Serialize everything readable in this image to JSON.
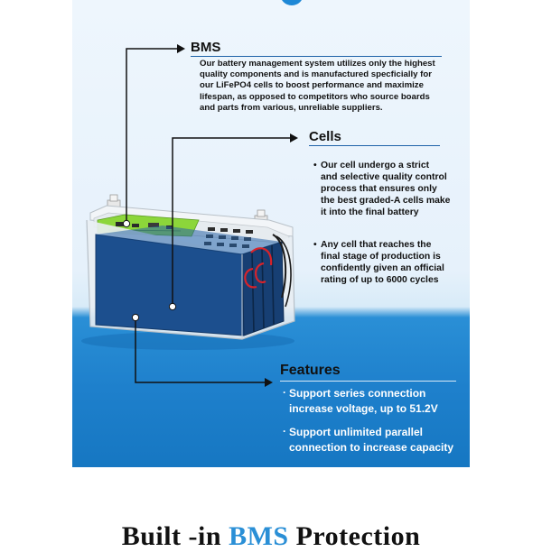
{
  "bms": {
    "title": "BMS",
    "lines": [
      "Our battery management system utilizes only the highest",
      "quality components and is manufactured specficially for",
      "our LiFePO4 cells to boost performance and maximize",
      "lifespan, as opposed to competitors who source boards",
      "and parts from various, unreliable suppliers."
    ]
  },
  "cells": {
    "title": "Cells",
    "bullets": [
      {
        "lines": [
          "Our cell undergo a strict",
          "and selective quality control",
          "process that ensures only",
          "the best graded-A cells make",
          "it into the final battery"
        ]
      },
      {
        "lines": [
          "Any cell that reaches the",
          "final stage of production is",
          "confidently given an official",
          "rating of up to 6000 cycles"
        ]
      }
    ],
    "bullet_symbol": "•"
  },
  "features": {
    "title": "Features",
    "item_symbol": "·",
    "items": [
      {
        "lines": [
          "Support series connection",
          "increase voltage, up to 51.2V"
        ]
      },
      {
        "lines": [
          "Support unlimited parallel",
          "connection to increase capacity"
        ]
      }
    ]
  },
  "bottom_title": {
    "part1": "Built -in ",
    "accent": "BMS",
    "part2": " Protection"
  },
  "colors": {
    "accent": "#2a8fd6",
    "cell_blue": "#1c4f8e",
    "bms_green": "#8cd63a",
    "wire_red": "#d8232a"
  }
}
